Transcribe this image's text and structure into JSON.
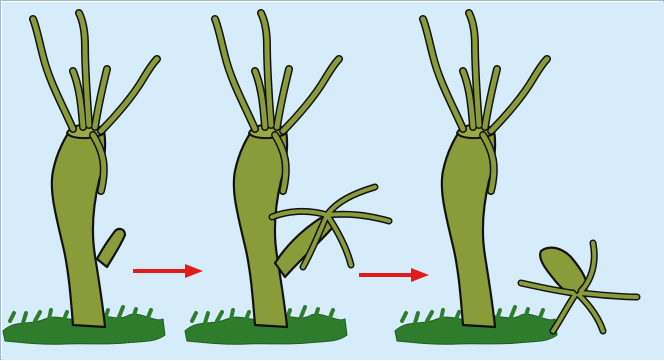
{
  "diagram": {
    "stages": [
      {
        "id": "stage-1",
        "state": "bud forming"
      },
      {
        "id": "stage-2",
        "state": "bud with tentacles"
      },
      {
        "id": "stage-3",
        "state": "bud detached"
      }
    ],
    "arrows": 2,
    "colors": {
      "background": "#d6ecfb",
      "body": "#8a9b3a",
      "outline": "#111111",
      "grass": "#2f7c2c",
      "arrow": "#e21b1b"
    }
  }
}
